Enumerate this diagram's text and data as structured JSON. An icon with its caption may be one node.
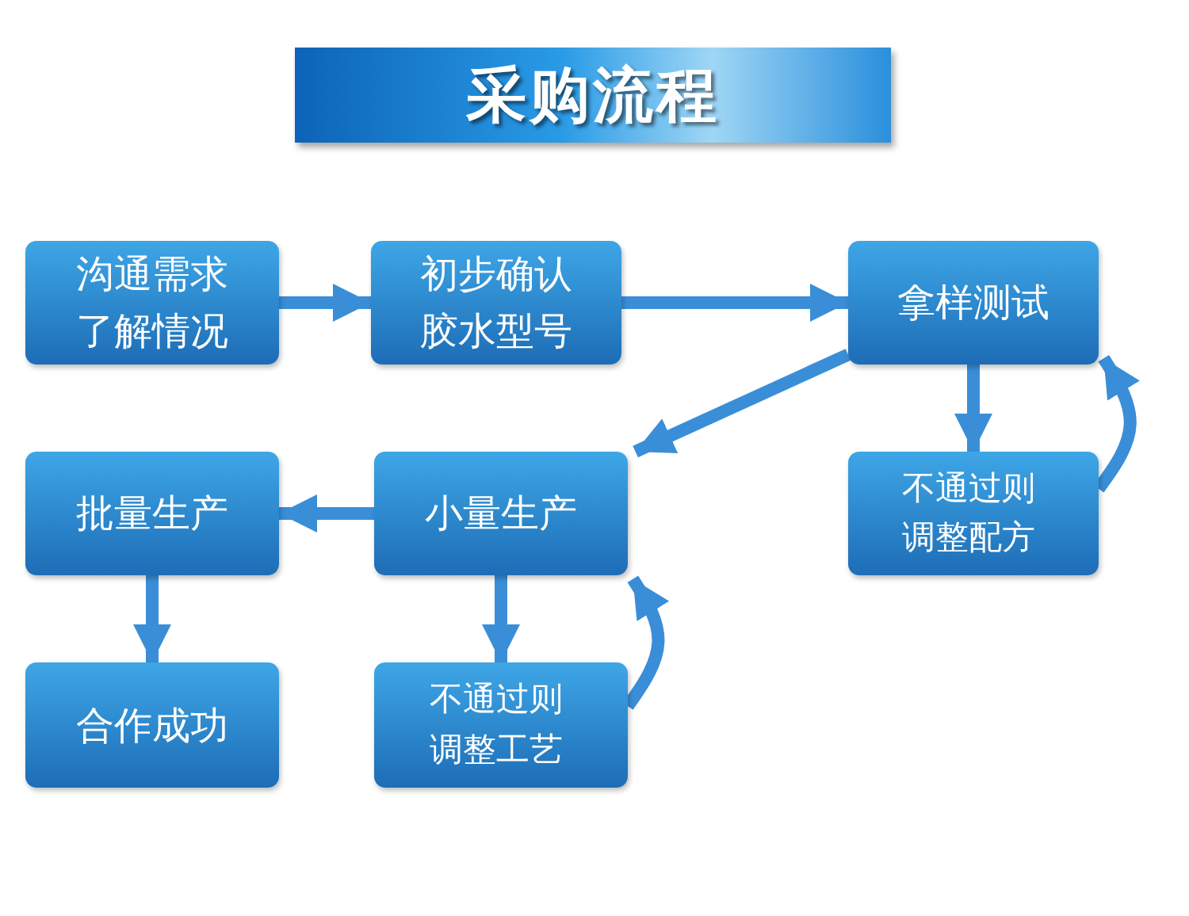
{
  "diagram": {
    "title": "采购流程",
    "nodes": [
      {
        "text": [
          "沟通需求了解情况"
        ]
      },
      {
        "text": [
          "初步确认胶水型号"
        ]
      },
      {
        "text": [
          "拿样测试"
        ]
      },
      {
        "text": [
          "不通过则调整配方"
        ]
      },
      {
        "text": [
          "批量生产"
        ]
      },
      {
        "text": [
          "小量生产"
        ]
      },
      {
        "text": [
          "合作成功"
        ]
      },
      {
        "text": [
          "不通过则调整工艺"
        ]
      }
    ],
    "edges": [
      {
        "from": 0,
        "to": 1,
        "arrow": "to"
      },
      {
        "from": 1,
        "to": 2,
        "arrow": "to"
      },
      {
        "from": 2,
        "to": 5,
        "arrow": "to"
      },
      {
        "from": 2,
        "to": 3,
        "arrow": "to"
      },
      {
        "from": 3,
        "to": 2,
        "arrow": "to"
      },
      {
        "from": 5,
        "to": 4,
        "arrow": "to"
      },
      {
        "from": 4,
        "to": 6,
        "arrow": "to"
      },
      {
        "from": 5,
        "to": 7,
        "arrow": "to"
      },
      {
        "from": 7,
        "to": 5,
        "arrow": "to"
      }
    ]
  }
}
